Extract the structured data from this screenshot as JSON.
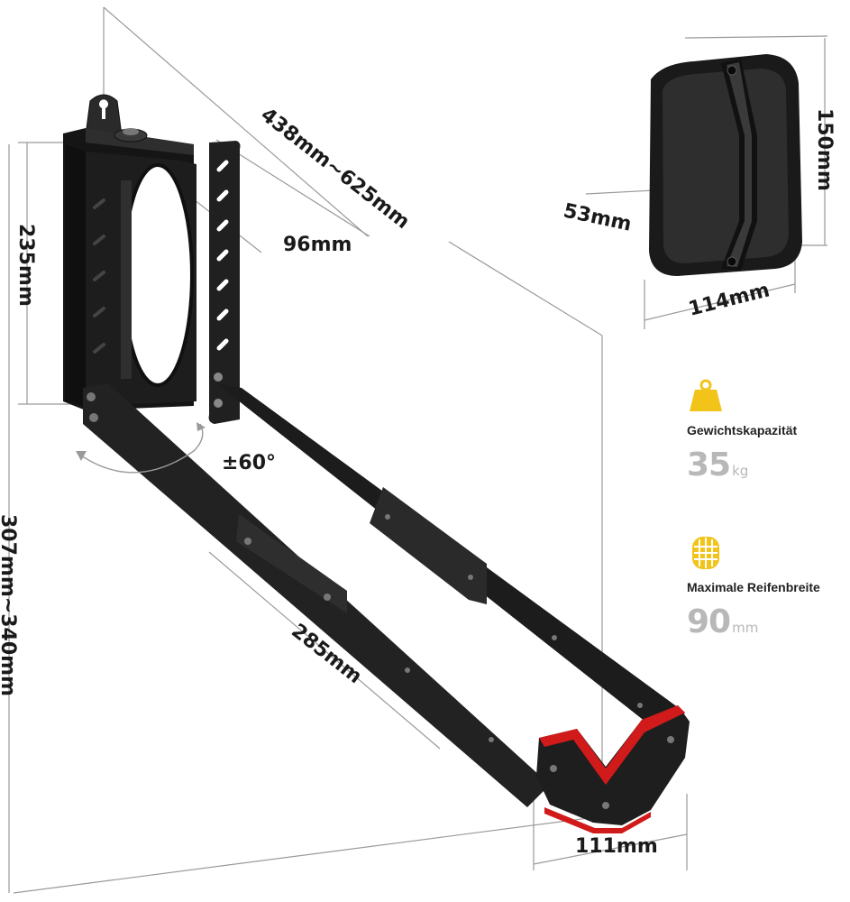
{
  "dimensions": {
    "total_length": "438mm~625mm",
    "bracket_depth": "96mm",
    "bracket_height": "235mm",
    "rotation": "±60°",
    "arm_length": "285mm",
    "overall_height": "307mm~340mm",
    "hook_width": "111mm",
    "pad_height": "150mm",
    "pad_depth": "53mm",
    "pad_width": "114mm"
  },
  "specs": [
    {
      "icon": "weight-icon",
      "label": "Gewichtskapazität",
      "value": "35",
      "unit": "kg"
    },
    {
      "icon": "tire-icon",
      "label": "Maximale Reifenbreite",
      "value": "90",
      "unit": "mm"
    }
  ],
  "colors": {
    "accent": "#f2c318",
    "hook_red": "#d11a1a",
    "metal": "#1e1e1e",
    "dim_line": "#9a9a9a"
  }
}
